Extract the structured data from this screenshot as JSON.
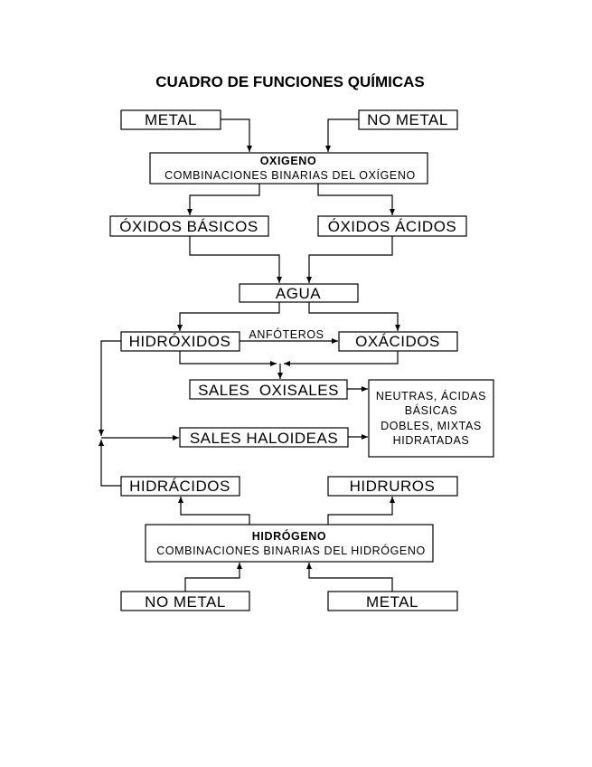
{
  "title": "CUADRO DE FUNCIONES QUÍMICAS",
  "nodes": {
    "metal_top": "METAL",
    "nometal_top": "NO METAL",
    "oxigeno_title": "OXIGENO",
    "oxigeno_sub": "COMBINACIONES BINARIAS DEL OXÍGENO",
    "oxidos_basicos": "ÓXIDOS BÁSICOS",
    "oxidos_acidos": "ÓXIDOS ÁCIDOS",
    "agua": "AGUA",
    "hidroxidos": "HIDRÓXIDOS",
    "anfoteros": "ANFÓTEROS",
    "oxacidos": "OXÁCIDOS",
    "sales_oxisales": "SALES  OXISALES",
    "sales_haloideas": "SALES HALOIDEAS",
    "tipos_line1": "NEUTRAS, ÁCIDAS",
    "tipos_line2": "BÁSICAS",
    "tipos_line3": "DOBLES, MIXTAS",
    "tipos_line4": "HIDRATADAS",
    "hidracidos": "HIDRÁCIDOS",
    "hidruros": "HIDRUROS",
    "hidrogeno_title": "HIDRÓGENO",
    "hidrogeno_sub": "COMBINACIONES BINARIAS DEL HIDRÓGENO",
    "nometal_bottom": "NO METAL",
    "metal_bottom": "METAL"
  }
}
